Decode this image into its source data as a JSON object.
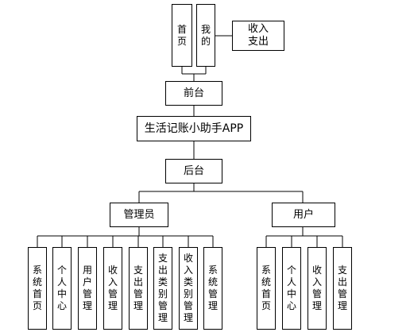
{
  "top": {
    "home": "首页",
    "mine": "我的",
    "income_expense": [
      "收入",
      "支出"
    ]
  },
  "frontend": "前台",
  "app_title": "生活记账小助手APP",
  "backend": "后台",
  "admin": {
    "label": "管理员",
    "modules": [
      "系统首页",
      "个人中心",
      "用户管理",
      "收入管理",
      "支出管理",
      "支出类别管理",
      "收入类别管理",
      "系统管理"
    ]
  },
  "user": {
    "label": "用户",
    "modules": [
      "系统首页",
      "个人中心",
      "收入管理",
      "支出管理"
    ]
  }
}
